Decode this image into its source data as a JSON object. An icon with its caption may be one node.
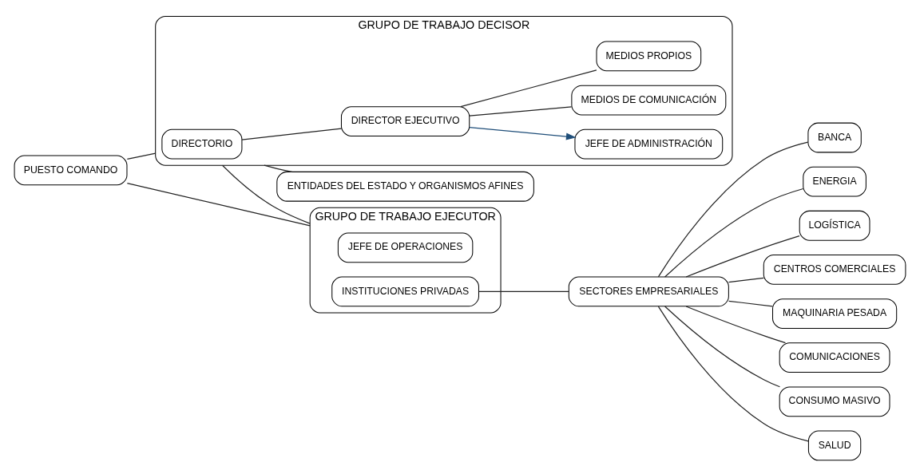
{
  "diagram": {
    "nodes": [
      {
        "text": [
          "GRUPO DE TRABAJO DECISOR"
        ]
      },
      {
        "text": [
          "DIRECTORIO"
        ],
        "in": 0
      },
      {
        "text": [
          "DIRECTOR EJECUTIVO"
        ],
        "in": 0
      },
      {
        "text": [
          "JEFE DE ADMINISTRACIÓN"
        ],
        "in": 0
      },
      {
        "text": [
          "MEDIOS DE COMUNICACIÓN"
        ],
        "in": 0
      },
      {
        "text": [
          "MEDIOS PROPIOS"
        ],
        "in": 0
      },
      {
        "text": [
          "PUESTO COMANDO"
        ]
      },
      {
        "text": [
          "GRUPO DE TRABAJO EJECUTOR"
        ]
      },
      {
        "text": [
          "JEFE DE OPERACIONES"
        ],
        "in": 7
      },
      {
        "text": [
          "INSTITUCIONES PRIVADAS"
        ],
        "in": 7
      },
      {
        "text": [
          "ENTIDADES DEL ESTADO Y ORGANISMOS AFINES"
        ]
      },
      {
        "text": [
          "SECTORES EMPRESARIALES"
        ]
      },
      {
        "text": [
          "BANCA"
        ]
      },
      {
        "text": [
          "ENERGIA"
        ]
      },
      {
        "text": [
          "LOGÍSTICA"
        ]
      },
      {
        "text": [
          "CENTROS COMERCIALES"
        ]
      },
      {
        "text": [
          "MAQUINARIA PESADA"
        ]
      },
      {
        "text": [
          "COMUNICACIONES"
        ]
      },
      {
        "text": [
          "CONSUMO MASIVO"
        ]
      },
      {
        "text": [
          "SALUD"
        ]
      }
    ],
    "edges": [
      {
        "from": 1,
        "to": 2,
        "arrow": "none"
      },
      {
        "from": 2,
        "to": 3,
        "arrow": "to",
        "color": "#1f4e79"
      },
      {
        "from": 2,
        "to": 4,
        "arrow": "none"
      },
      {
        "from": 2,
        "to": 5,
        "arrow": "none"
      },
      {
        "from": 6,
        "to": 0,
        "arrow": "none"
      },
      {
        "from": 6,
        "to": 7,
        "arrow": "none"
      },
      {
        "from": 0,
        "to": 7,
        "arrow": "none"
      },
      {
        "from": 0,
        "to": 10,
        "arrow": "none"
      },
      {
        "from": 9,
        "to": 11,
        "arrow": "none"
      },
      {
        "from": 11,
        "to": 12,
        "arrow": "none"
      },
      {
        "from": 11,
        "to": 13,
        "arrow": "none"
      },
      {
        "from": 11,
        "to": 14,
        "arrow": "none"
      },
      {
        "from": 11,
        "to": 15,
        "arrow": "none"
      },
      {
        "from": 11,
        "to": 16,
        "arrow": "none"
      },
      {
        "from": 11,
        "to": 17,
        "arrow": "none"
      },
      {
        "from": 11,
        "to": 18,
        "arrow": "none"
      },
      {
        "from": 11,
        "to": 19,
        "arrow": "none"
      }
    ]
  }
}
